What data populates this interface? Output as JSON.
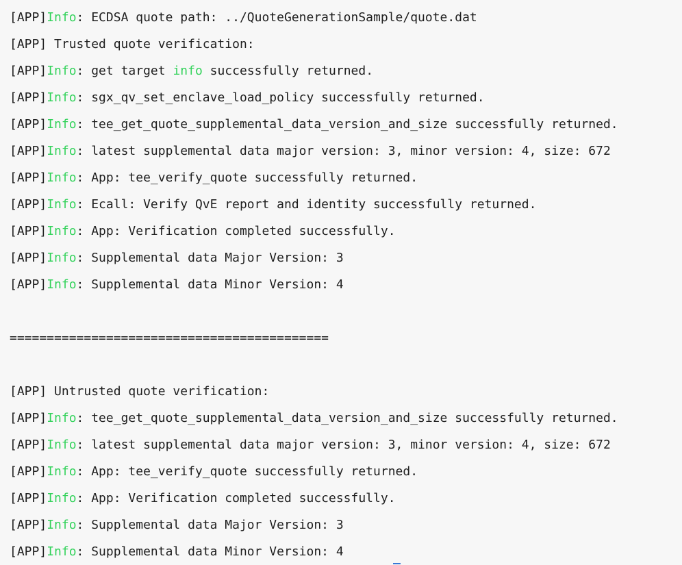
{
  "prefix": "[APP]",
  "info_word": "Info",
  "sections": [
    {
      "lines": [
        {
          "info": true,
          "text": ": ECDSA quote path: ../QuoteGenerationSample/quote.dat"
        },
        {
          "info": false,
          "text": " Trusted quote verification:"
        },
        {
          "info": true,
          "parts": [
            ": get target ",
            {
              "green": "info"
            },
            " successfully returned."
          ]
        },
        {
          "info": true,
          "text": ": sgx_qv_set_enclave_load_policy successfully returned."
        },
        {
          "info": true,
          "text": ": tee_get_quote_supplemental_data_version_and_size successfully returned."
        },
        {
          "info": true,
          "text": ": latest supplemental data major version: 3, minor version: 4, size: 672"
        },
        {
          "info": true,
          "text": ": App: tee_verify_quote successfully returned."
        },
        {
          "info": true,
          "text": ": Ecall: Verify QvE report and identity successfully returned."
        },
        {
          "info": true,
          "text": ": App: Verification completed successfully."
        },
        {
          "info": true,
          "text": ": Supplemental data Major Version: 3"
        },
        {
          "info": true,
          "text": ": Supplemental data Minor Version: 4"
        }
      ]
    },
    {
      "separator": "==========================================="
    },
    {
      "lines": [
        {
          "info": false,
          "text": " Untrusted quote verification:"
        },
        {
          "info": true,
          "text": ": tee_get_quote_supplemental_data_version_and_size successfully returned."
        },
        {
          "info": true,
          "text": ": latest supplemental data major version: 3, minor version: 4, size: 672"
        },
        {
          "info": true,
          "text": ": App: tee_verify_quote successfully returned."
        },
        {
          "info": true,
          "text": ": App: Verification completed successfully."
        },
        {
          "info": true,
          "text": ": Supplemental data Major Version: 3"
        },
        {
          "info": true,
          "text": ": Supplemental data Minor Version: 4"
        }
      ]
    }
  ]
}
